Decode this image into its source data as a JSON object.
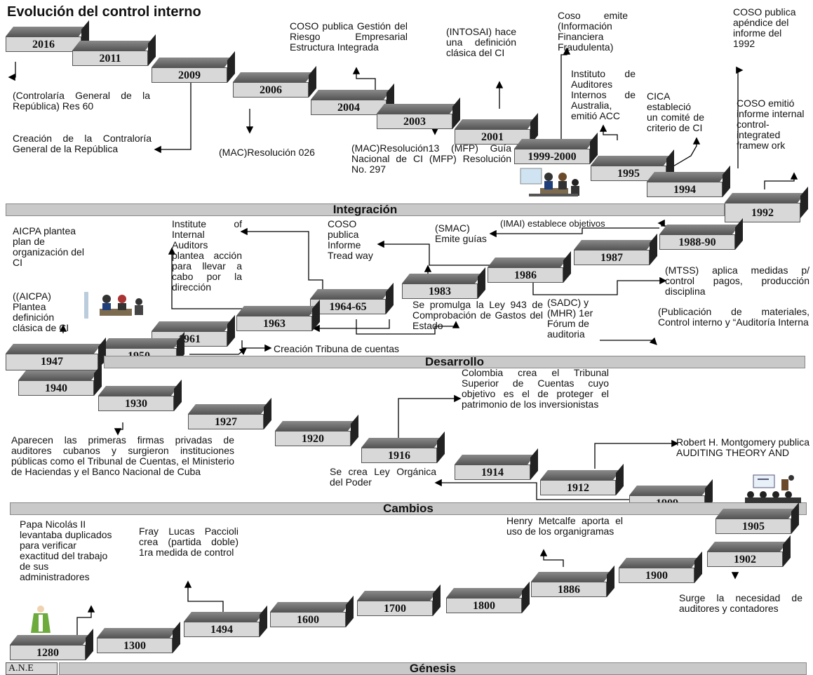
{
  "title": "Evolución del control interno",
  "corner_mark": "A.N.E",
  "bands": {
    "integracion": "Integración",
    "desarrollo": "Desarrollo",
    "cambios": "Cambios",
    "genesis": "Génesis"
  },
  "years": {
    "y2016": "2016",
    "y2011": "2011",
    "y2009": "2009",
    "y2006": "2006",
    "y2004": "2004",
    "y2003": "2003",
    "y2001": "2001",
    "y1999": "1999-2000",
    "y1995": "1995",
    "y1994": "1994",
    "y1992": "1992",
    "y1988": "1988-90",
    "y1987": "1987",
    "y1986": "1986",
    "y1983": "1983",
    "y1964": "1964-65",
    "y1963": "1963",
    "y1961": "1961",
    "y1950": "1950",
    "y1947": "1947",
    "y1940": "1940",
    "y1930": "1930",
    "y1927": "1927",
    "y1920": "1920",
    "y1916": "1916",
    "y1914": "1914",
    "y1912": "1912",
    "y1909": "1909",
    "y1905": "1905",
    "y1902": "1902",
    "y1900": "1900",
    "y1886": "1886",
    "y1800": "1800",
    "y1700": "1700",
    "y1600": "1600",
    "y1494": "1494",
    "y1300": "1300",
    "y1280": "1280"
  },
  "notes": {
    "contraloria_res": "(Controlaría General de la República) Res 60",
    "creacion_contraloria": "Creación de la Contraloría General de la República",
    "mac_026": "(MAC)Resolución 026",
    "coso_gestion": "COSO publica Gestión del Riesgo Empresarial Estructura Integrada",
    "mac_13": "(MAC)Resolución13 (MFP) Guía Nacional de CI (MFP) Resolución No. 297",
    "intosai": "(INTOSAI) hace una definición clásica del CI",
    "coso_fraud": "Coso emite (Información Financiera Fraudulenta)",
    "australia": "Instituto de Auditores Internos de Australia, emitió ACC",
    "cica": "CICA estableció un comité de criterio de CI",
    "coso_apendice": "COSO publica apéndice del informe del 1992",
    "coso_informe": "COSO emitió informe internal control-integrated framew ork",
    "imai": "(IMAI) establece objetivos",
    "smac": "(SMAC) Emite guías",
    "coso_treadway": "COSO publica Informe Tread way",
    "iia": "Institute of Internal Auditors plantea acción para llevar a cabo por la dirección",
    "aicpa_plan": "AICPA plantea plan de organización del CI",
    "aicpa_def": "((AICPA) Plantea definición clásica de CI",
    "mtss": "(MTSS) aplica medidas p/ control pagos, producción disciplina",
    "ley943": "Se promulga la Ley 943 de Comprobación de Gastos del Estado",
    "sadc": "(SADC) y (MHR) 1er Fórum de auditoria",
    "publicacion": "(Publicación de materiales, Control interno y “Auditoría Interna",
    "tribuna": "Creación Tribuna de cuentas",
    "colombia": "Colombia crea el Tribunal Superior de Cuentas cuyo objetivo es el de proteger el patrimonio de los inversionistas",
    "firmas": "Aparecen las primeras firmas privadas de auditores cubanos y surgieron instituciones públicas como el Tribunal de Cuentas, el Ministerio de Haciendas y el Banco Nacional de Cuba",
    "montgomery": "Robert H. Montgomery publica AUDITING THEORY AND",
    "ley_organica": "Se crea Ley Orgánica del Poder",
    "papa": "Papa Nicolás II levantaba duplicados para verificar exactitud del trabajo de sus administradores",
    "paccioli": "Fray Lucas Paccioli crea (partida doble) 1ra medida de control",
    "metcalfe": "Henry Metcalfe aporta el uso de los organigramas",
    "surge": "Surge la necesidad de auditores y contadores"
  }
}
